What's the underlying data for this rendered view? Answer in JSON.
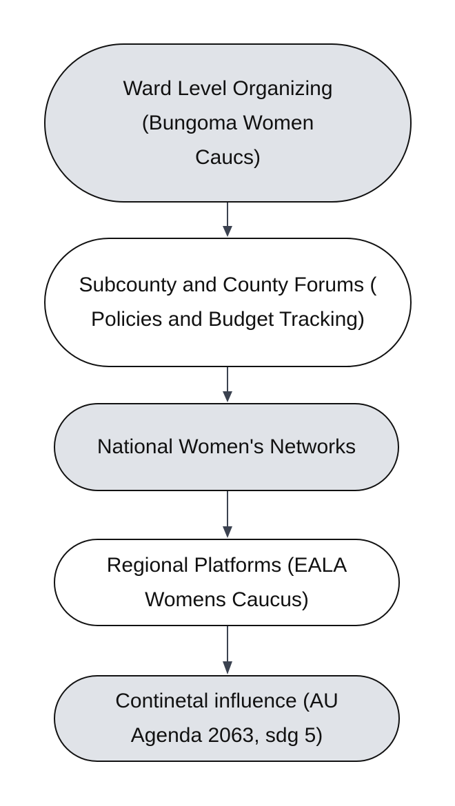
{
  "nodes": [
    {
      "label": "Ward Level Organizing (Bungoma Women Caucs)"
    },
    {
      "label": "Subcounty and County Forums ( Policies and Budget Tracking)"
    },
    {
      "label": "National Women's Networks"
    },
    {
      "label": "Regional Platforms (EALA Womens Caucus)"
    },
    {
      "label": "Continetal influence (AU Agenda 2063, sdg 5)"
    }
  ],
  "colors": {
    "gray_fill": "#e0e3e8",
    "white_fill": "#ffffff",
    "stroke": "#111111",
    "arrow": "#3b4250"
  }
}
